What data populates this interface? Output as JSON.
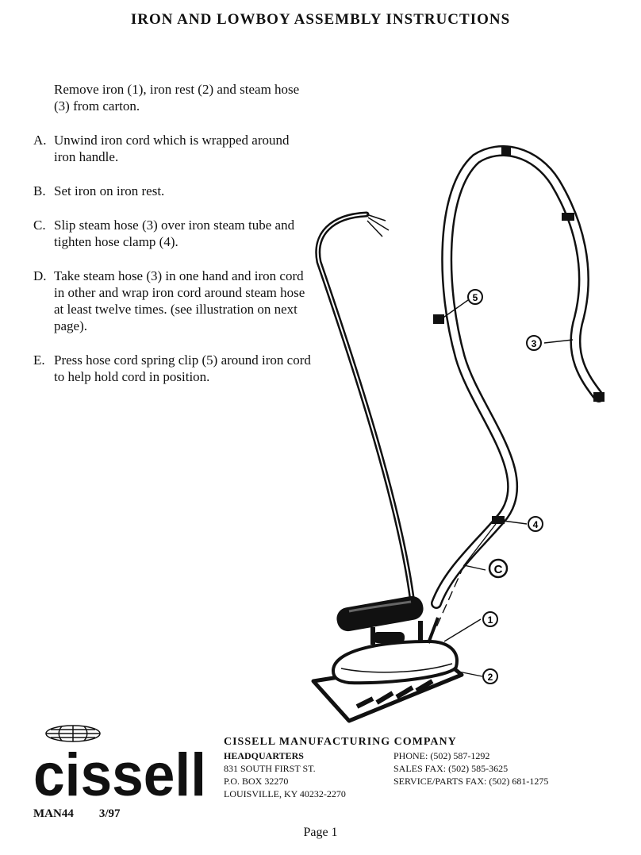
{
  "title": "IRON AND LOWBOY ASSEMBLY INSTRUCTIONS",
  "intro": "Remove iron (1), iron rest (2) and steam hose (3) from carton.",
  "steps": [
    {
      "marker": "A.",
      "text": "Unwind iron cord which is wrapped around iron handle."
    },
    {
      "marker": "B.",
      "text": "Set iron on iron rest."
    },
    {
      "marker": "C.",
      "text": "Slip steam hose (3) over iron steam tube and tighten hose clamp (4)."
    },
    {
      "marker": "D.",
      "text": "Take steam hose (3) in one hand and iron cord in other and wrap iron cord around steam hose at least twelve times.  (see illustration on next page)."
    },
    {
      "marker": "E.",
      "text": "Press hose cord spring clip (5) around iron cord to help hold cord in position."
    }
  ],
  "callouts": {
    "c1": "1",
    "c2": "2",
    "c3": "3",
    "c4": "4",
    "c5": "5",
    "cC": "C"
  },
  "logo_text": "cissell",
  "company": {
    "name": "CISSELL MANUFACTURING COMPANY",
    "hq_label": "HEADQUARTERS",
    "address1": "831 SOUTH FIRST ST.",
    "address2": "P.O. BOX 32270",
    "address3": "LOUISVILLE, KY   40232-2270",
    "phone": "PHONE: (502) 587-1292",
    "sales_fax": "SALES FAX: (502) 585-3625",
    "service_fax": "SERVICE/PARTS FAX:   (502) 681-1275"
  },
  "doc_code": "MAN44",
  "doc_date": "3/97",
  "page_label": "Page 1"
}
